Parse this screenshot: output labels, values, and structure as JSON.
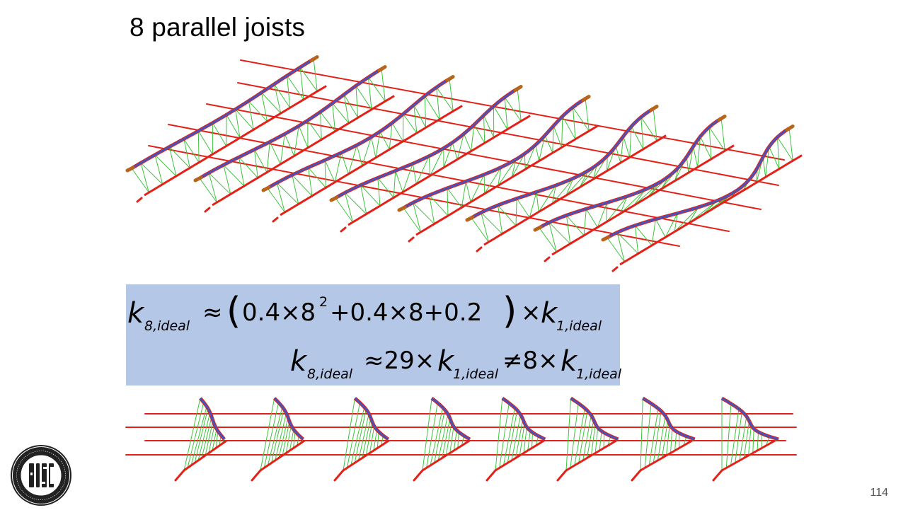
{
  "slide": {
    "title": "8 parallel joists",
    "page_number": "114"
  },
  "formula": {
    "line1": {
      "k": "k",
      "k_sub": "8,ideal",
      "approx": "≈",
      "open_paren": "(",
      "expr_a": "0.4×8",
      "expr_a_sup": "2",
      "expr_b": "+0.4×8+0.2",
      "close_paren": ")",
      "times": "×",
      "k2": "k",
      "k2_sub": "1,ideal"
    },
    "line2": {
      "k": "k",
      "k_sub": "8,ideal",
      "expr": "≈29×",
      "k2": "k",
      "k2_sub": "1,ideal",
      "neq": "≠8×",
      "k3": "k",
      "k3_sub": "1,ideal"
    }
  },
  "logo": {
    "icon": "aisc-seal-icon",
    "letters": "AISC",
    "ring_top": "AMERICAN INSTITUTE OF STEEL CONSTRUCTION",
    "ring_bottom": "FOUNDED 1921"
  },
  "colors": {
    "chord": "#e32119",
    "buckled_chord": "#4a52b8",
    "web": "#3cc43c",
    "bearing": "#b5651d",
    "formula_bg": "#b4c7e7"
  }
}
